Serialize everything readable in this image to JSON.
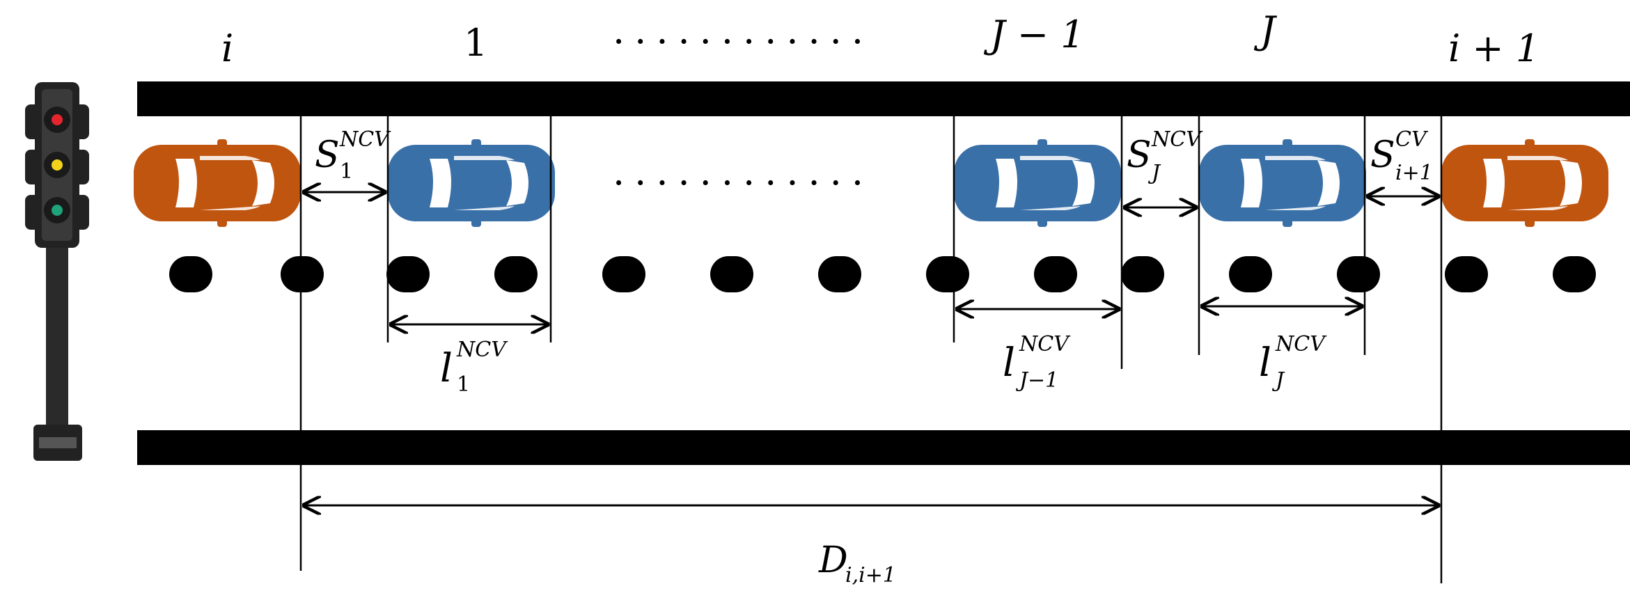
{
  "labels": {
    "top": {
      "i": "i",
      "one": "1",
      "dots": "............",
      "j_minus_1": "J − 1",
      "j": "J",
      "i_plus_1": "i + 1"
    },
    "gaps": {
      "s1": {
        "base": "S",
        "sup": "NCV",
        "sub": "1"
      },
      "sJ": {
        "base": "S",
        "sup": "NCV",
        "sub": "J"
      },
      "si1": {
        "base": "S",
        "sup": "CV",
        "sub": "i+1"
      }
    },
    "lengths": {
      "l1": {
        "base": "l",
        "sup": "NCV",
        "sub": "1"
      },
      "lJm1": {
        "base": "l",
        "sup": "NCV",
        "sub": "J−1"
      },
      "lJ": {
        "base": "l",
        "sup": "NCV",
        "sub": "J"
      }
    },
    "mid_dots": "............",
    "distance": {
      "base": "D",
      "sub": "i,i+1"
    }
  },
  "colors": {
    "cv_car": "#c0550f",
    "ncv_car": "#3a70a8",
    "road": "#000000",
    "light_red": "#e3262e",
    "light_yellow": "#f3d21b",
    "light_green": "#1fa37a"
  },
  "icons": {
    "traffic_light": "traffic-light-icon",
    "car": "car-icon"
  }
}
